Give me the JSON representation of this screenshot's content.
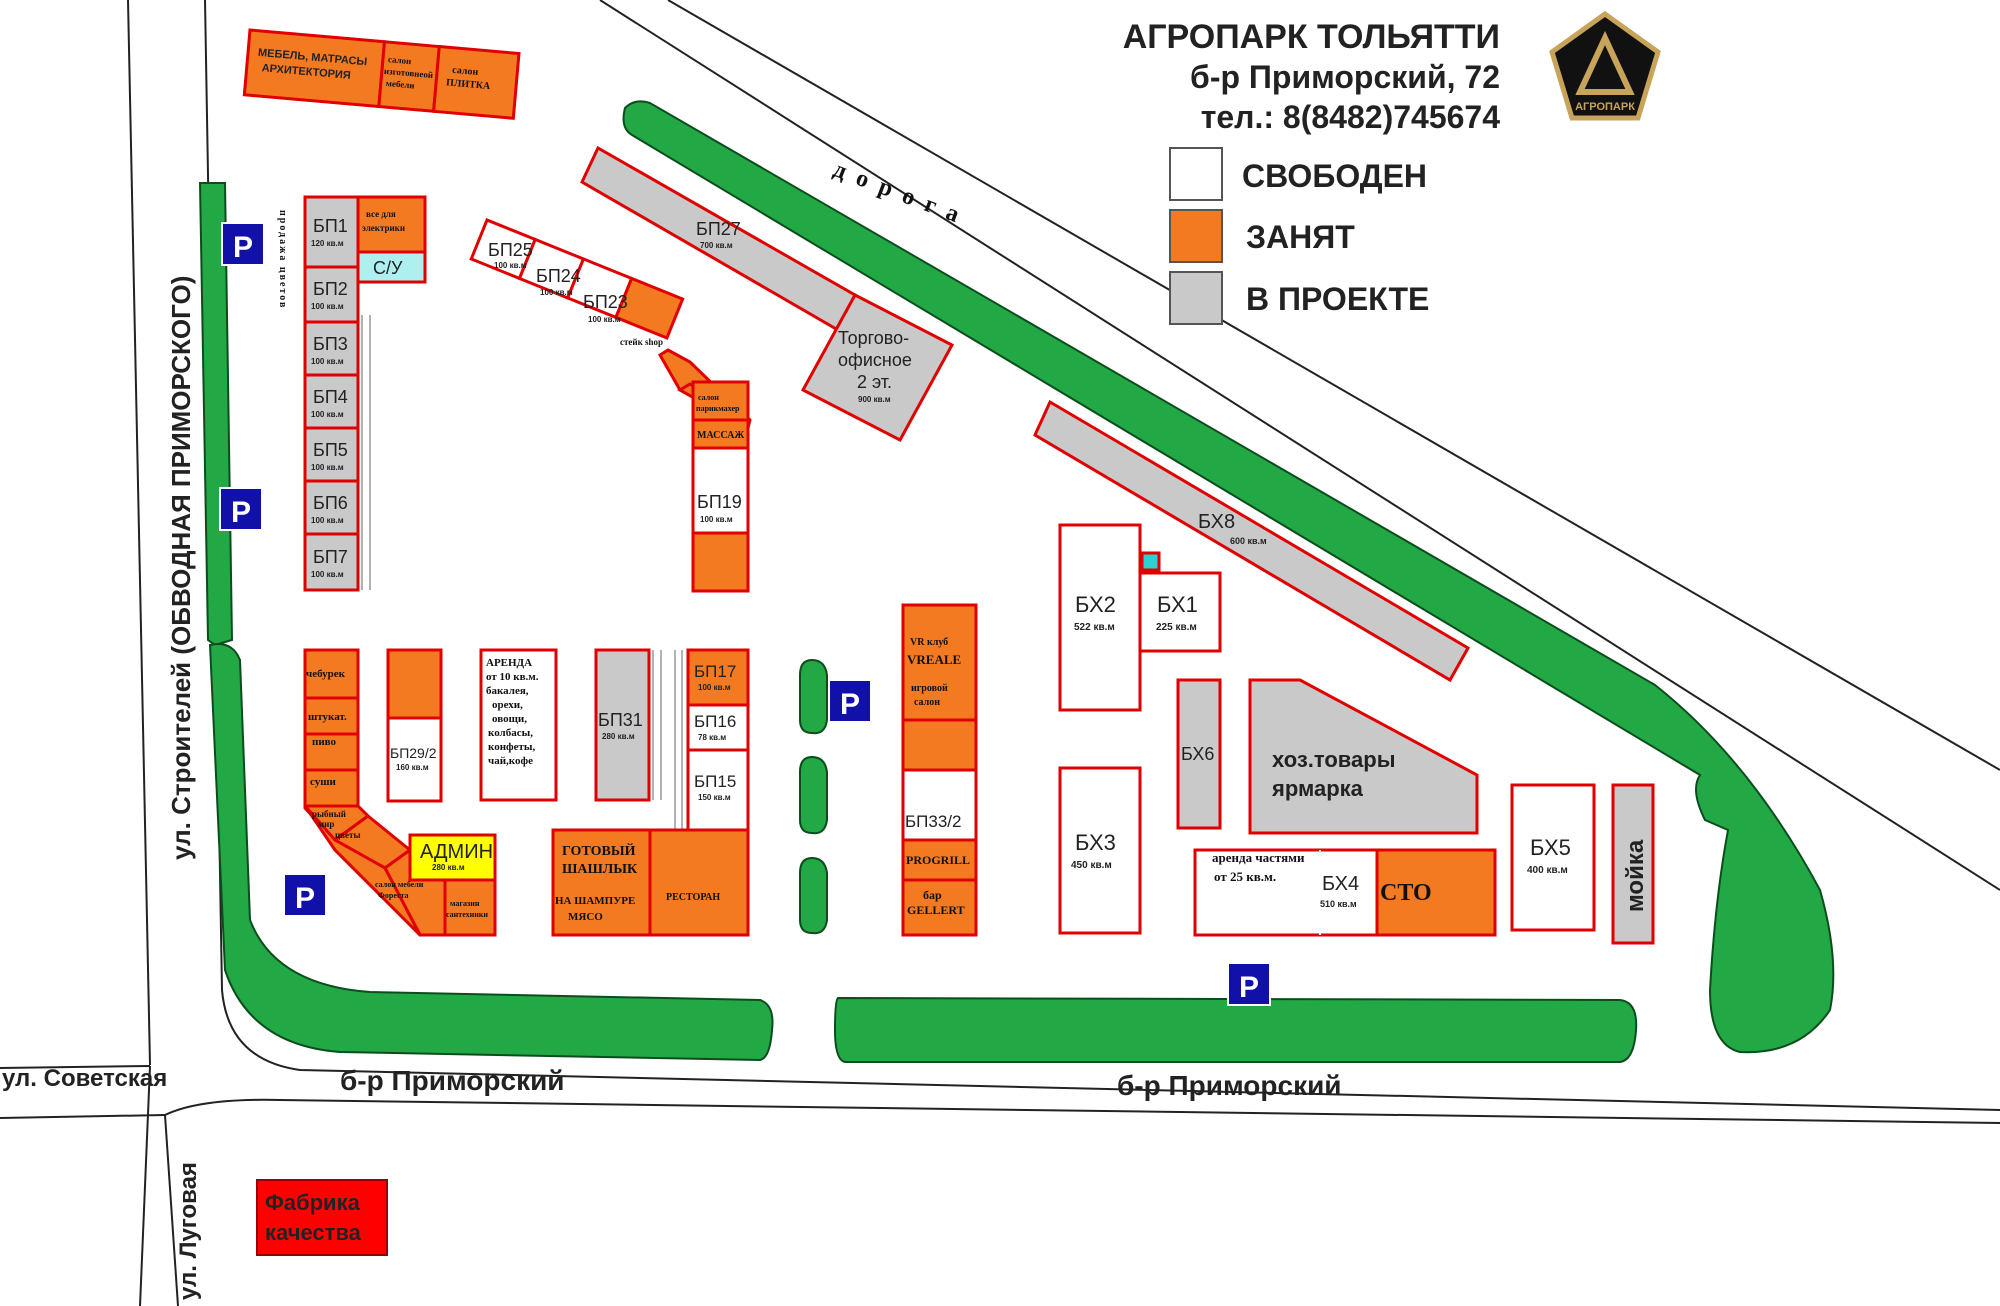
{
  "header": {
    "title": "АГРОПАРК ТОЛЬЯТТИ",
    "address": "б-р Приморский, 72",
    "phone": "тел.: 8(8482)745674",
    "logo_text": "АГРОПАРК",
    "logo_icon": "delta-pentagon-logo"
  },
  "legend": {
    "free": "СВОБОДЕН",
    "busy": "ЗАНЯТ",
    "project": "В ПРОЕКТЕ"
  },
  "colors": {
    "busy": "#f47a22",
    "free": "#ffffff",
    "project": "#c9c9c9",
    "border": "#e00000",
    "green": "#22a845",
    "parking": "#1111aa",
    "admin": "#ffff00",
    "factory": "#ff0000",
    "wc": "#aef0f0"
  },
  "streets": {
    "road": "дорога",
    "primorsky_left": "б-р Приморский",
    "primorsky_right": "б-р Приморский",
    "sovetskaya": "ул. Советская",
    "stroiteley": "ул. Строителей (ОБВОДНАЯ ПРИМОРСКОГО)",
    "lugovaya": "ул. Луговая"
  },
  "parking_label": "P",
  "flowers": "продажа цветов",
  "top_block": {
    "furniture": "МЕБЕЛЬ, МАТРАСЫ",
    "architecture": "АРХИТЕКТОРИЯ",
    "custom_furniture_1": "салон",
    "custom_furniture_2": "изготовнеой",
    "custom_furniture_3": "мебели",
    "tile_1": "салон",
    "tile_2": "ПЛИТКА"
  },
  "bp_column": {
    "bp1": "БП1",
    "bp1_area": "120 кв.м",
    "electric_1": "все для",
    "electric_2": "электрики",
    "wc": "С/У",
    "bp2": "БП2",
    "bp2_area": "100 кв.м",
    "bp3": "БП3",
    "bp3_area": "100 кв.м",
    "bp4": "БП4",
    "bp4_area": "100 кв.м",
    "bp5": "БП5",
    "bp5_area": "100 кв.м",
    "bp6": "БП6",
    "bp6_area": "100 кв.м",
    "bp7": "БП7",
    "bp7_area": "100 кв.м"
  },
  "diagonal": {
    "bp25": "БП25",
    "bp25_area": "100 кв.м",
    "bp24": "БП24",
    "bp24_area": "100 кв.м",
    "bp23": "БП23",
    "bp23_area": "100 кв.м",
    "steak": "стейк shop",
    "hair_1": "салон",
    "hair_2": "парикмахер",
    "massage": "МАССАЖ",
    "bp19": "БП19",
    "bp19_area": "100 кв.м"
  },
  "bp27": {
    "name": "БП27",
    "area": "700 кв.м"
  },
  "trade_office": {
    "line1": "Торгово-",
    "line2": "офисное",
    "line3": "2 эт.",
    "area": "900 кв.м"
  },
  "bx8": {
    "name": "БХ8",
    "area": "600 кв.м"
  },
  "left_lower": {
    "cheburek": "чебурек",
    "plaster": "штукат.",
    "beer": "пиво",
    "sushi": "суши",
    "fish_1": "рыбный",
    "fish_2": "мир",
    "flowers2": "цветы",
    "admin": "АДМИН",
    "admin_area": "280 кв.м",
    "forest_1": "салон мебели",
    "forest_2": "Фореста",
    "plumb_1": "магазин",
    "plumb_2": "сантехники"
  },
  "bp29": {
    "name": "БП29/2",
    "area": "160 кв.м"
  },
  "rent_small": {
    "l1": "АРЕНДА",
    "l2": "от 10 кв.м.",
    "l3": "бакалея,",
    "l4": "орехи,",
    "l5": "овощи,",
    "l6": "колбасы,",
    "l7": "конфеты,",
    "l8": "чай,кофе"
  },
  "bp31": {
    "name": "БП31",
    "area": "280 кв.м"
  },
  "bp17": {
    "name": "БП17",
    "area": "100 кв.м"
  },
  "bp16": {
    "name": "БП16",
    "area": "78 кв.м"
  },
  "bp15": {
    "name": "БП15",
    "area": "150 кв.м"
  },
  "shashlik": {
    "l1": "ГОТОВЫЙ",
    "l2": "ШАШЛЫК",
    "l3": "НА ШАМПУРЕ",
    "l4": "МЯСО",
    "restaurant": "РЕСТОРАН"
  },
  "bp33": {
    "vr_1": "VR клуб",
    "vr_2": "VREALE",
    "game_1": "игровой",
    "game_2": "салон",
    "name": "БП33/2",
    "progrill": "PROGRILL",
    "bar_1": "бар",
    "bar_2": "GELLERT"
  },
  "bx2": {
    "name": "БХ2",
    "area": "522 кв.м"
  },
  "bx1": {
    "name": "БХ1",
    "area": "225 кв.м"
  },
  "bx6": {
    "name": "БХ6"
  },
  "household": {
    "l1": "хоз.товары",
    "l2": "ярмарка"
  },
  "bx3": {
    "name": "БХ3",
    "area": "450 кв.м"
  },
  "bx4": {
    "rent_1": "аренда частями",
    "rent_2": "от 25 кв.м.",
    "name": "БХ4",
    "area": "510 кв.м",
    "sto": "СТО"
  },
  "bx5": {
    "name": "БХ5",
    "area": "400 кв.м"
  },
  "wash": "мойка",
  "factory": {
    "l1": "Фабрика",
    "l2": "качества"
  }
}
